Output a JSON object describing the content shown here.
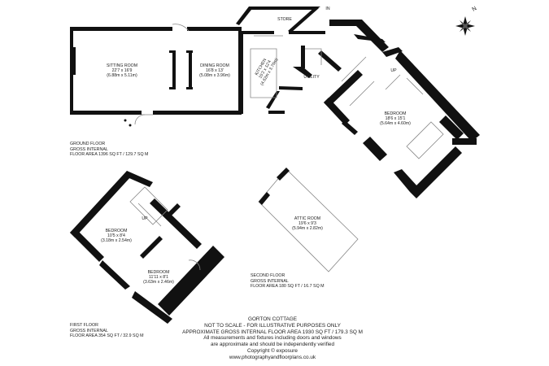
{
  "rooms": {
    "sitting": {
      "name": "SITTING ROOM",
      "imperial": "22'7 x 16'9",
      "metric": "(6.88m x 5.11m)"
    },
    "dining": {
      "name": "DINING ROOM",
      "imperial": "16'8 x 13'",
      "metric": "(5.08m x 3.96m)"
    },
    "kitchen": {
      "name": "KITCHEN",
      "imperial": "15'2 x 12'4",
      "metric": "(4.62m x 3.76m)"
    },
    "utility": {
      "name": "UTILITY"
    },
    "store": {
      "name": "STORE"
    },
    "bedroom_main": {
      "name": "BEDROOM",
      "imperial": "18'6 x 15'1",
      "metric": "(5.64m x 4.60m)"
    },
    "bedroom_first_a": {
      "name": "BEDROOM",
      "imperial": "10'5 x 8'4",
      "metric": "(3.18m x 2.54m)"
    },
    "bedroom_first_b": {
      "name": "BEDROOM",
      "imperial": "11'11 x 8'1",
      "metric": "(3.63m x 2.46m)"
    },
    "attic": {
      "name": "ATTIC ROOM",
      "imperial": "19'6 x 9'3",
      "metric": "(5.94m x 2.82m)"
    }
  },
  "markers": {
    "in": "IN",
    "up_ground": "UP",
    "up_first": "UP",
    "compass": "N"
  },
  "floors": {
    "ground": {
      "name": "GROUND FLOOR",
      "gross": "GROSS INTERNAL",
      "area": "FLOOR AREA 1396 SQ FT / 129.7 SQ M"
    },
    "first": {
      "name": "FIRST FLOOR",
      "gross": "GROSS INTERNAL",
      "area": "FLOOR AREA 354 SQ FT / 32.9 SQ M"
    },
    "second": {
      "name": "SECOND FLOOR",
      "gross": "GROSS INTERNAL",
      "area": "FLOOR AREA 180 SQ FT / 16.7 SQ M"
    }
  },
  "footer": {
    "title": "GORTON COTTAGE",
    "scale": "NOT TO SCALE - FOR ILLUSTRATIVE PURPOSES ONLY",
    "total": "APPROXIMATE GROSS INTERNAL FLOOR AREA 1930 SQ FT / 179.3 SQ M",
    "note1": "All measurements and fixtures including doors and windows",
    "note2": "are approximate and should be independently verified",
    "copyright": "Copyright © exposure",
    "website": "www.photographyandfloorplans.co.uk"
  }
}
